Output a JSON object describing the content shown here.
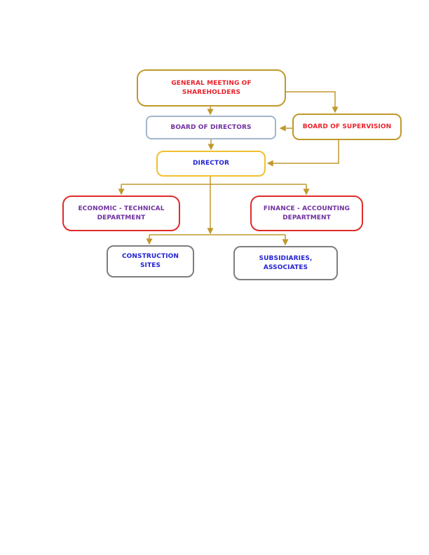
{
  "page": {
    "background_color": "#ffffff",
    "kind": "org-chart-document-page"
  },
  "diagram": {
    "type": "org-chart",
    "colors": {
      "connector_gold": "#C0992B",
      "border_gold": "#C0992B",
      "border_yellow": "#F1C12F",
      "border_steel_blue": "#A3B6CC",
      "border_red": "#E02B2B",
      "border_gray": "#7E7E7E",
      "text_red": "#E8232B",
      "text_purple": "#7030A0",
      "text_blue": "#2222D4"
    },
    "nodes": [
      {
        "id": "general-meeting",
        "label": "GENERAL MEETING OF\nSHAREHOLDERS",
        "text_color": "#E8232B",
        "border_color": "#C0992B"
      },
      {
        "id": "board-directors",
        "label": "BOARD OF DIRECTORS",
        "text_color": "#7030A0",
        "border_color": "#A3B6CC"
      },
      {
        "id": "board-supervision",
        "label": "BOARD OF SUPERVISION",
        "text_color": "#E8232B",
        "border_color": "#C0992B"
      },
      {
        "id": "director",
        "label": "DIRECTOR",
        "text_color": "#2222D4",
        "border_color": "#F1C12F"
      },
      {
        "id": "economic-technical",
        "label": "ECONOMIC - TECHNICAL\nDEPARTMENT",
        "text_color": "#7030A0",
        "border_color": "#E02B2B"
      },
      {
        "id": "finance-accounting",
        "label": "FINANCE - ACCOUNTING\nDEPARTMENT",
        "text_color": "#7030A0",
        "border_color": "#E02B2B"
      },
      {
        "id": "construction-sites",
        "label": "CONSTRUCTION\nSITES",
        "text_color": "#2222D4",
        "border_color": "#7E7E7E"
      },
      {
        "id": "subsidiaries-associates",
        "label": "SUBSIDIARIES,\nASSOCIATES",
        "text_color": "#2222D4",
        "border_color": "#7E7E7E"
      }
    ],
    "edges": [
      {
        "from": "general-meeting",
        "to": "board-directors"
      },
      {
        "from": "general-meeting",
        "to": "board-supervision"
      },
      {
        "from": "board-supervision",
        "to": "board-directors"
      },
      {
        "from": "board-directors",
        "to": "director"
      },
      {
        "from": "board-supervision",
        "to": "director"
      },
      {
        "from": "director",
        "to": "economic-technical"
      },
      {
        "from": "director",
        "to": "finance-accounting"
      },
      {
        "from": "director",
        "to": "construction-sites"
      },
      {
        "from": "director",
        "to": "subsidiaries-associates"
      }
    ]
  }
}
